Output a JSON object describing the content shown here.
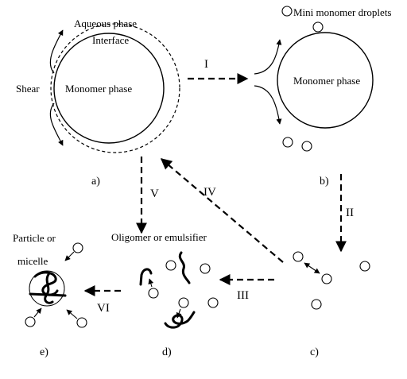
{
  "labels": {
    "aqueous_phase": "Aqueous phase",
    "interface": "Interface",
    "monomer_phase_a": "Monomer phase",
    "shear": "Shear",
    "mini_monomer_droplets": "Mini monomer droplets",
    "monomer_phase_b": "Monomer phase",
    "oligomer_or_emulsifier": "Oligomer or emulsifier",
    "particle_or": "Particle or",
    "micelle": "micelle"
  },
  "steps": {
    "I": "I",
    "II": "II",
    "III": "III",
    "IV": "IV",
    "V": "V",
    "VI": "VI"
  },
  "panels": {
    "a": "a)",
    "b": "b)",
    "c": "c)",
    "d": "d)",
    "e": "e)"
  },
  "colors": {
    "ink": "#000000",
    "background": "#ffffff"
  }
}
